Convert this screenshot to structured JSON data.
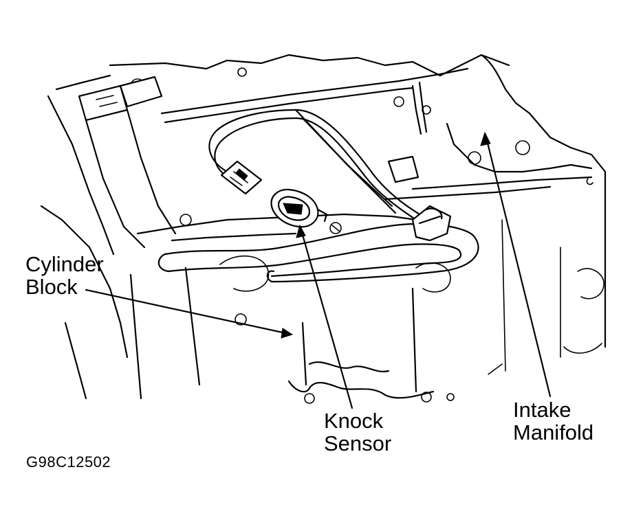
{
  "labels": {
    "cylinder_block": [
      "Cylinder",
      "Block"
    ],
    "knock_sensor": [
      "Knock",
      "Sensor"
    ],
    "intake_manifold": [
      "Intake",
      "Manifold"
    ]
  },
  "figure_code": "G98C12502"
}
